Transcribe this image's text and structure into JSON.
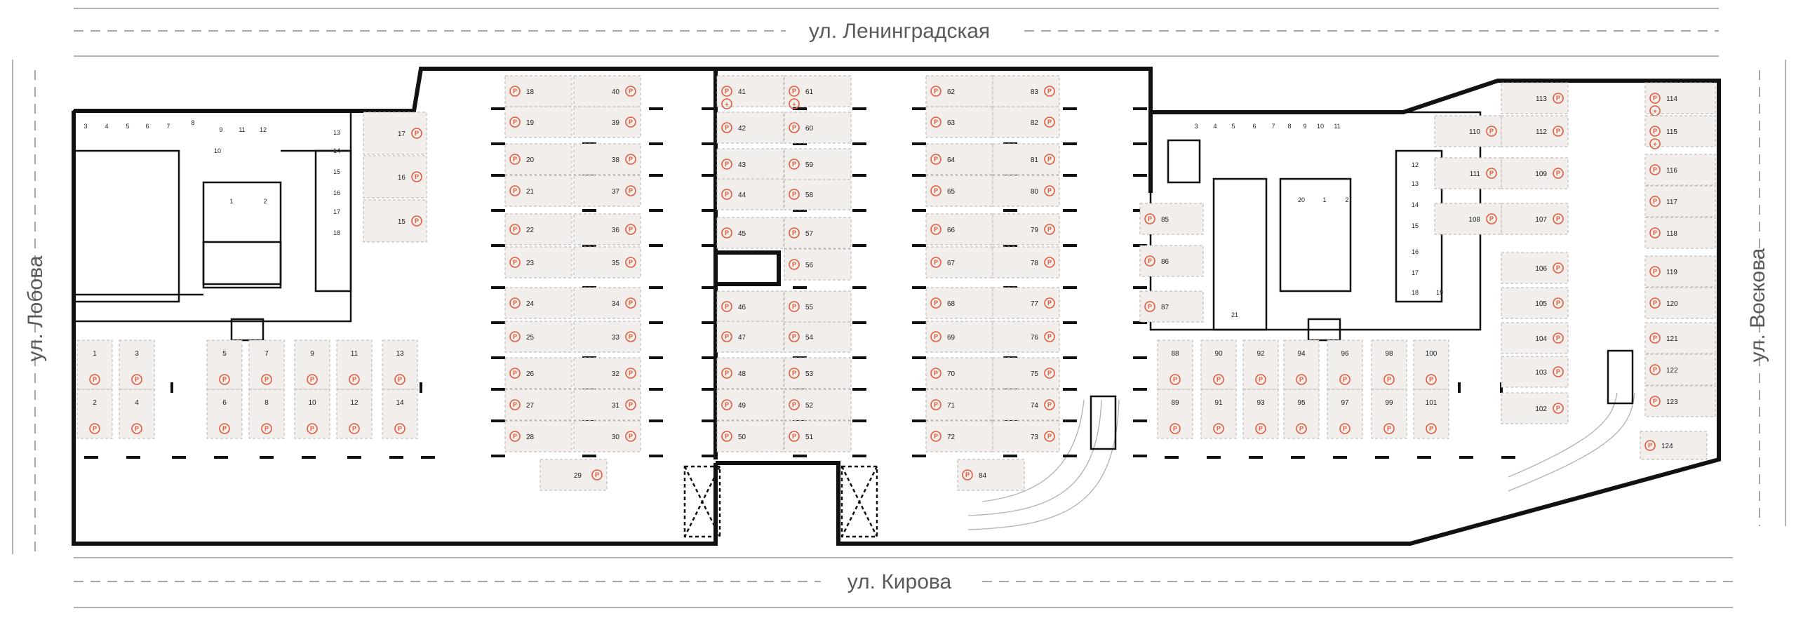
{
  "streets": {
    "top": "ул. Ленинградская",
    "bottom": "ул. Кирова",
    "left": "ул. Лобова",
    "right": "ул. Воскова"
  },
  "colors": {
    "spot_fill": "#f1eeec",
    "parking_icon": "#e25b3c",
    "wall": "#111111"
  },
  "parking_icon_letter": "P",
  "parking_spots": [
    "1",
    "2",
    "3",
    "4",
    "5",
    "6",
    "7",
    "8",
    "9",
    "10",
    "11",
    "12",
    "13",
    "14",
    "15",
    "16",
    "17",
    "18",
    "19",
    "20",
    "21",
    "22",
    "23",
    "24",
    "25",
    "26",
    "27",
    "28",
    "29",
    "30",
    "31",
    "32",
    "33",
    "34",
    "35",
    "36",
    "37",
    "38",
    "39",
    "40",
    "41",
    "42",
    "43",
    "44",
    "45",
    "46",
    "47",
    "48",
    "49",
    "50",
    "51",
    "52",
    "53",
    "54",
    "55",
    "56",
    "57",
    "58",
    "59",
    "60",
    "61",
    "62",
    "63",
    "64",
    "65",
    "66",
    "67",
    "68",
    "69",
    "70",
    "71",
    "72",
    "73",
    "74",
    "75",
    "76",
    "77",
    "78",
    "79",
    "80",
    "81",
    "82",
    "83",
    "84",
    "85",
    "86",
    "87",
    "88",
    "89",
    "90",
    "91",
    "92",
    "93",
    "94",
    "95",
    "96",
    "97",
    "98",
    "99",
    "100",
    "101",
    "102",
    "103",
    "104",
    "105",
    "106",
    "107",
    "108",
    "109",
    "110",
    "111",
    "112",
    "113",
    "114",
    "115",
    "116",
    "117",
    "118",
    "119",
    "120",
    "121",
    "122",
    "123",
    "124"
  ],
  "left_building_rooms": [
    "3",
    "4",
    "5",
    "6",
    "7",
    "8",
    "9",
    "10",
    "11",
    "12",
    "13",
    "14",
    "15",
    "16",
    "17",
    "18",
    "1",
    "2"
  ],
  "right_building_rooms": [
    "3",
    "4",
    "5",
    "6",
    "7",
    "8",
    "9",
    "10",
    "11",
    "12",
    "13",
    "14",
    "15",
    "16",
    "17",
    "18",
    "19",
    "20",
    "1",
    "2",
    "21"
  ]
}
